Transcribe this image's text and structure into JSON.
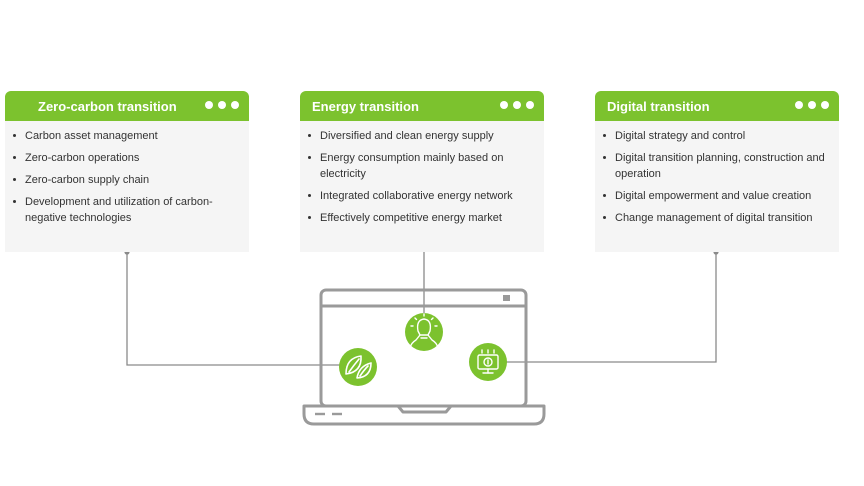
{
  "cards": [
    {
      "title": "Zero-carbon transition",
      "items": [
        "Carbon asset management",
        "Zero-carbon operations",
        "Zero-carbon supply chain",
        "Development and utilization of carbon-negative technologies"
      ]
    },
    {
      "title": "Energy transition",
      "items": [
        "Diversified and clean energy supply",
        "Energy consumption mainly based on electricity",
        "Integrated collaborative energy network",
        "Effectively competitive energy market"
      ]
    },
    {
      "title": "Digital transition",
      "items": [
        "Digital strategy and control",
        "Digital transition planning, construction and operation",
        "Digital empowerment and value creation",
        "Change management of digital transition"
      ]
    }
  ],
  "icons": {
    "zero_carbon": "leaf-icon",
    "energy": "lightbulb-icon",
    "digital": "digital-screen-icon"
  },
  "colors": {
    "accent": "#7cc22e",
    "card_bg": "#f5f5f5",
    "line": "#8a8a8a",
    "laptop": "#9a9a9a"
  }
}
